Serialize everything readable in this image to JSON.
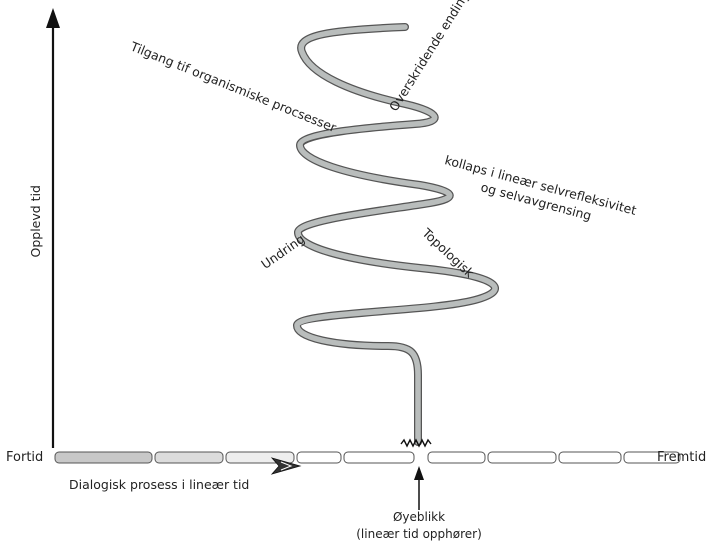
{
  "axes": {
    "y_label": "Opplevd tid",
    "left_label": "Fortid",
    "right_label": "Fremtid",
    "bottom_label": "Dialogisk prosess i lineær tid"
  },
  "moment": {
    "line1": "Øyeblikk",
    "line2": "(lineær tid opphører)"
  },
  "spiral_labels": {
    "organismic": "Tilgang tif organismiske procsesser",
    "transcending": "Overskridende ending",
    "collapse_line1": "kollaps i lineær selvrefleksivitet",
    "collapse_line2": "og selvavgrensing",
    "wonder": "Undring",
    "topological": "Topologisk"
  },
  "colors": {
    "axis": "#111111",
    "spiral": "#b9bdbc",
    "spiral_edge": "#555555",
    "timeline_fill": "#ffffff",
    "timeline_edge": "#555555"
  }
}
